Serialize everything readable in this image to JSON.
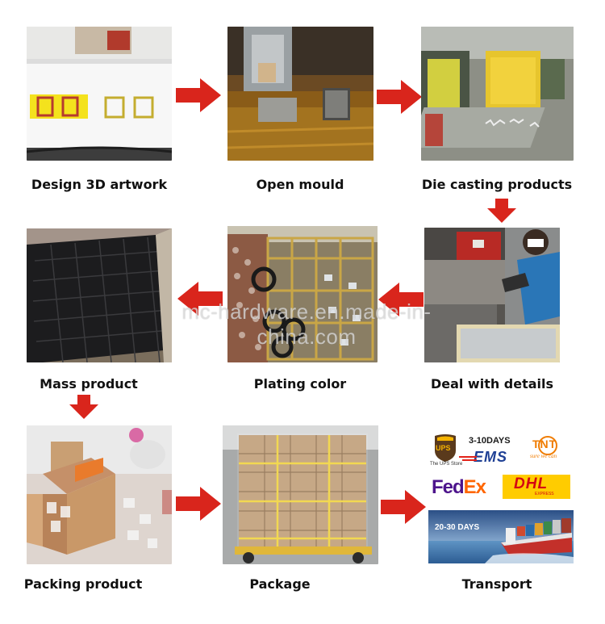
{
  "steps": [
    {
      "id": "design",
      "caption": "Design 3D artwork"
    },
    {
      "id": "mould",
      "caption": "Open mould"
    },
    {
      "id": "casting",
      "caption": "Die casting products"
    },
    {
      "id": "mass",
      "caption": "Mass product"
    },
    {
      "id": "plating",
      "caption": "Plating color"
    },
    {
      "id": "details",
      "caption": "Deal with details"
    },
    {
      "id": "packing",
      "caption": "Packing product"
    },
    {
      "id": "package",
      "caption": "Package"
    },
    {
      "id": "transport",
      "caption": "Transport"
    }
  ],
  "watermark": "mc-hardware.en.made-in-china.com",
  "transport_panel": {
    "ups": "UPS",
    "ups_store": "The UPS Store",
    "days_short": "3-10DAYS",
    "ems": "EMS",
    "tnt": "TNT",
    "tnt_tag": "sure we can",
    "fedex_fed": "Fed",
    "fedex_ex": "Ex",
    "dhl": "DHL",
    "dhl_tag": "EXPRESS",
    "days_long": "20-30 DAYS"
  },
  "colors": {
    "arrow": "#d9251c",
    "fedex_purple": "#4d148c",
    "fedex_orange": "#ff6600",
    "dhl_yellow": "#ffcc00",
    "dhl_red": "#d40511",
    "ems_blue": "#1e3f94"
  }
}
